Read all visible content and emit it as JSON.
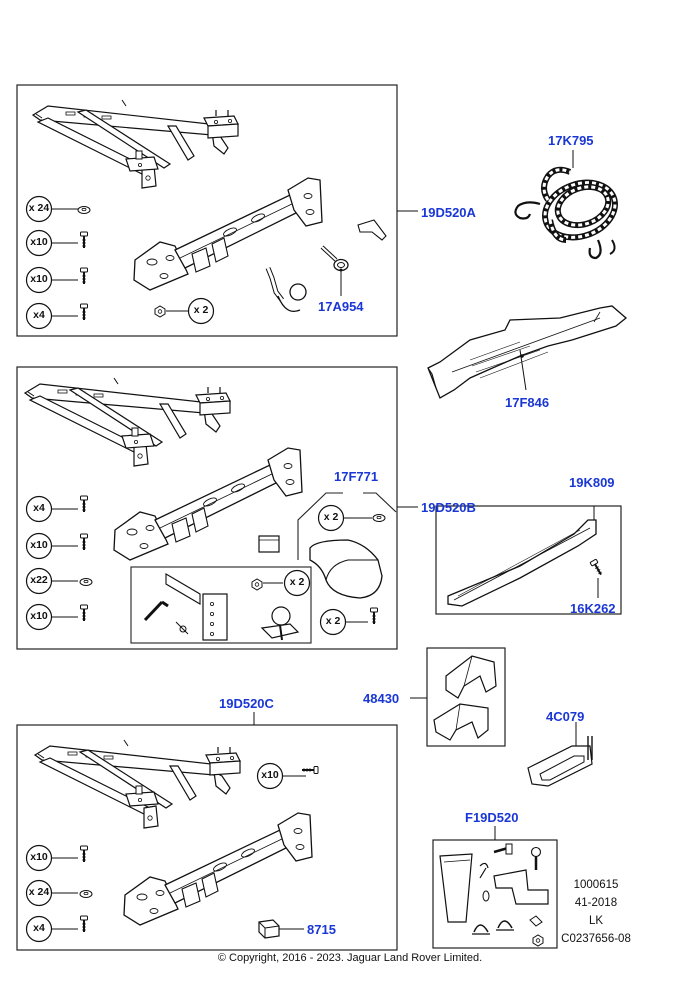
{
  "labels": {
    "tow_rope": "17K795",
    "kit_a": "19D520A",
    "eye": "17A954",
    "cover": "17F846",
    "kit_b": "19D520B",
    "trim": "17F771",
    "step": "19K809",
    "screw": "16K262",
    "kit_c": "19D520C",
    "bracket": "48430",
    "clip": "4C079",
    "kit_f": "F19D520",
    "cap": "8715"
  },
  "qty": {
    "a_1": "x 24",
    "a_2": "x10",
    "a_3": "x10",
    "a_4": "x4",
    "a_5": "x 2",
    "b_1": "x4",
    "b_2": "x10",
    "b_3": "x22",
    "b_4": "x10",
    "b_5": "x 2",
    "b_6": "x 2",
    "b_7": "x 2",
    "c_1": "x10",
    "c_2": "x10",
    "c_3": "x 24",
    "c_4": "x4"
  },
  "reference": {
    "line1": "1000615",
    "line2": "41-2018",
    "line3": "LK",
    "line4": "C0237656-08"
  },
  "copyright": "© Copyright, 2016 - 2023. Jaguar Land Rover Limited."
}
